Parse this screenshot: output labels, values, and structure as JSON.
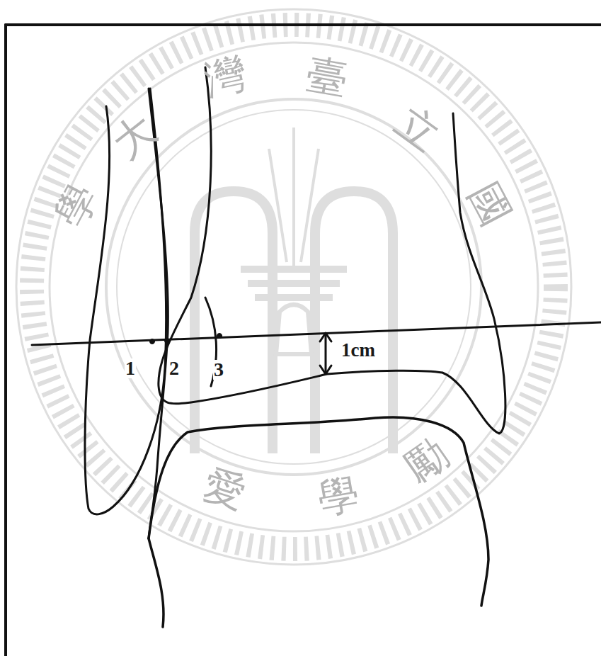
{
  "diagram": {
    "labels": [
      "1",
      "2",
      "3",
      "1cm",
      "學",
      "大",
      "灣",
      "臺",
      "立",
      "國",
      "愛",
      "學",
      "勵"
    ]
  }
}
